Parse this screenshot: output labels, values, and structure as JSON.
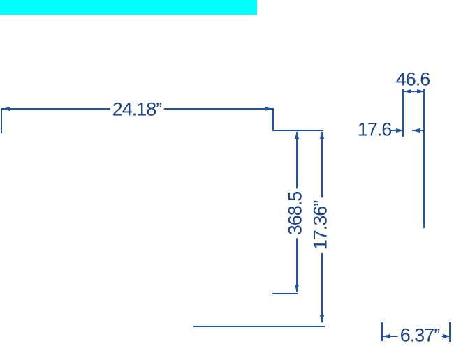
{
  "colors": {
    "accent_bar": "#00ffff",
    "line": "#2055a4",
    "text": "#1b4386"
  },
  "drawing": {
    "dimensions": {
      "width_in": "24.18”",
      "height_mm": "368.5",
      "height_in": "17.36”",
      "depth_mm": "46.6",
      "panel_depth_mm": "17.6",
      "stand_depth_in": "6.37”"
    }
  }
}
